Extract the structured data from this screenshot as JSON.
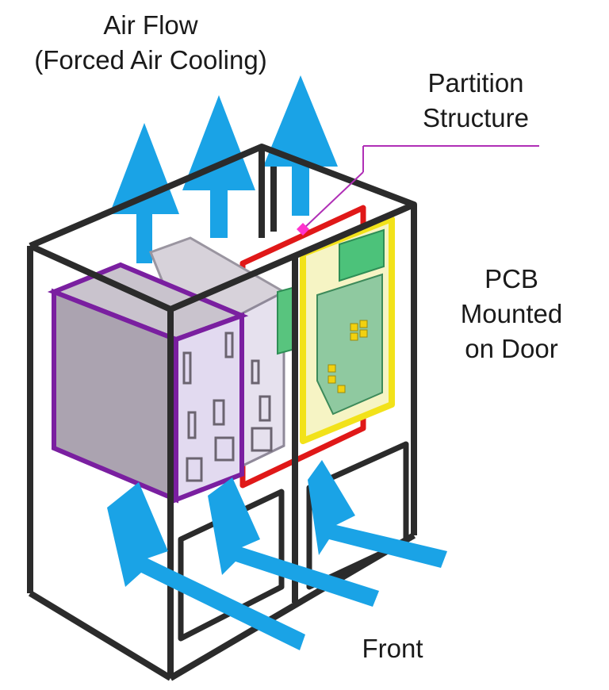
{
  "labels": {
    "air_flow": {
      "line1": "Air Flow",
      "line2": "(Forced Air Cooling)"
    },
    "partition": {
      "line1": "Partition",
      "line2": "Structure"
    },
    "pcb": {
      "line1": "PCB",
      "line2": "Mounted",
      "line3": "on Door"
    },
    "front": "Front"
  },
  "colors": {
    "frame": "#2b2b2b",
    "airflow_arrow": "#1aa3e6",
    "partition_outline": "#e01818",
    "pcb_outline": "#f2e21a",
    "pcb_board": "#4cc27a",
    "module_outline": "#7a1fa0",
    "leader_line": "#b02fb6",
    "leader_marker": "#ff33cc"
  }
}
